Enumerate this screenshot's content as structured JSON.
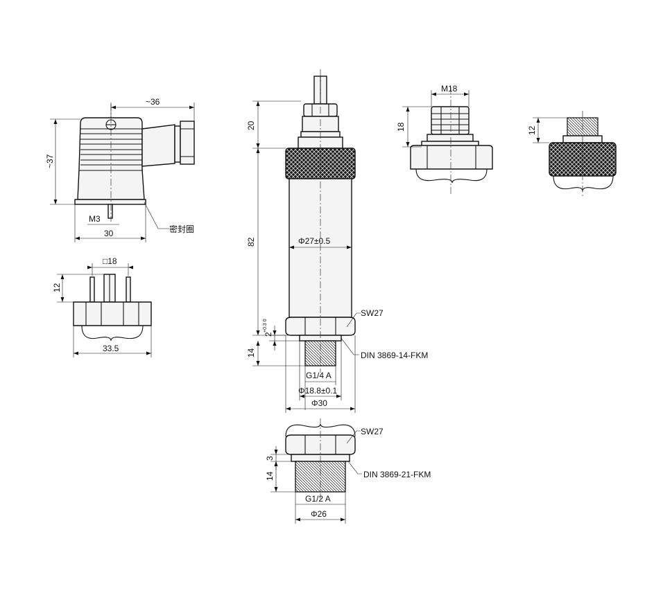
{
  "labels": {
    "connector_width": "~36",
    "connector_height": "~37",
    "thread_m3": "M3",
    "base_30": "30",
    "seal_note": "密封圈",
    "pin_square": "□18",
    "pin_height": "12",
    "plug_width": "33.5",
    "top_20": "20",
    "body_82": "82",
    "body_dia": "Φ27±0.5",
    "sw27_a": "SW27",
    "gap_2": "2",
    "gap_tol": "+0.3 0",
    "len_14_a": "14",
    "din_14": "DIN 3869-14-FKM",
    "thread_g14": "G1/4 A",
    "dia_188": "Φ18.8±0.1",
    "dia_30": "Φ30",
    "sw27_b": "SW27",
    "gap_3": "3",
    "len_14_b": "14",
    "din_21": "DIN 3869-21-FKM",
    "thread_g12": "G1/2 A",
    "dia_26": "Φ26",
    "m18": "M18",
    "m18_h": "18",
    "m12_h": "12"
  }
}
